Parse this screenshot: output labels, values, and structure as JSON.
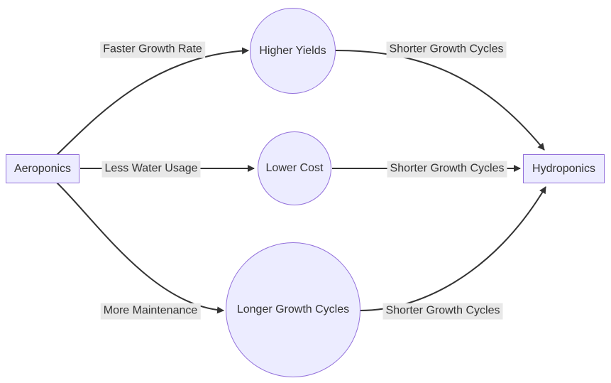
{
  "diagram": {
    "type": "flowchart-LR",
    "colors": {
      "node_fill": "#ECECFF",
      "node_border": "#9370DB",
      "edge_stroke": "#333333",
      "edge_label_bg": "#e8e8e8",
      "text": "#333333",
      "background": "#ffffff"
    },
    "nodes": {
      "aeroponics": {
        "label": "Aeroponics",
        "shape": "rect"
      },
      "higher_yields": {
        "label": "Higher Yields",
        "shape": "circle"
      },
      "lower_cost": {
        "label": "Lower Cost",
        "shape": "circle"
      },
      "longer_growth_cycles": {
        "label": "Longer Growth Cycles",
        "shape": "circle"
      },
      "hydroponics": {
        "label": "Hydroponics",
        "shape": "rect"
      }
    },
    "edges": [
      {
        "from": "Aeroponics",
        "to": "Higher Yields",
        "label": "Faster Growth Rate"
      },
      {
        "from": "Aeroponics",
        "to": "Lower Cost",
        "label": "Less Water Usage"
      },
      {
        "from": "Aeroponics",
        "to": "Longer Growth Cycles",
        "label": "More Maintenance"
      },
      {
        "from": "Higher Yields",
        "to": "Hydroponics",
        "label": "Shorter Growth Cycles"
      },
      {
        "from": "Lower Cost",
        "to": "Hydroponics",
        "label": "Shorter Growth Cycles"
      },
      {
        "from": "Longer Growth Cycles",
        "to": "Hydroponics",
        "label": "Shorter Growth Cycles"
      }
    ]
  }
}
